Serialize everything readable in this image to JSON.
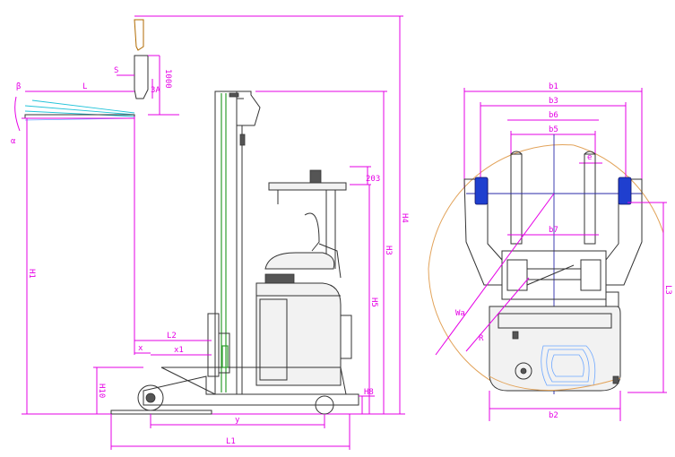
{
  "side_view": {
    "labels": {
      "dim_1000": "1000",
      "dim_s": "S",
      "dim_3a": "3A",
      "dim_L": "L",
      "dim_beta": "β",
      "dim_alpha": "α",
      "dim_H1": "H1",
      "dim_H4": "H4",
      "dim_H3": "H3",
      "dim_H5": "H5",
      "dim_203": "203",
      "dim_L2": "L2",
      "dim_x": "x",
      "dim_x1": "x1",
      "dim_H10": "H10",
      "dim_H8": "H8",
      "dim_y": "y",
      "dim_L1": "L1"
    }
  },
  "top_view": {
    "labels": {
      "dim_b1": "b1",
      "dim_b3": "b3",
      "dim_b6": "b6",
      "dim_b5": "b5",
      "dim_e": "e",
      "dim_b7": "b7",
      "dim_Wa": "Wa",
      "dim_R": "R",
      "dim_L3": "L3",
      "dim_b2": "b2"
    }
  },
  "colors": {
    "dimension": "#e600e6",
    "mast": "#2e9e2e",
    "wheel": "#1f3fcf",
    "turning_arc": "#e2a35a",
    "fork_tilt": "#22c3d9"
  }
}
